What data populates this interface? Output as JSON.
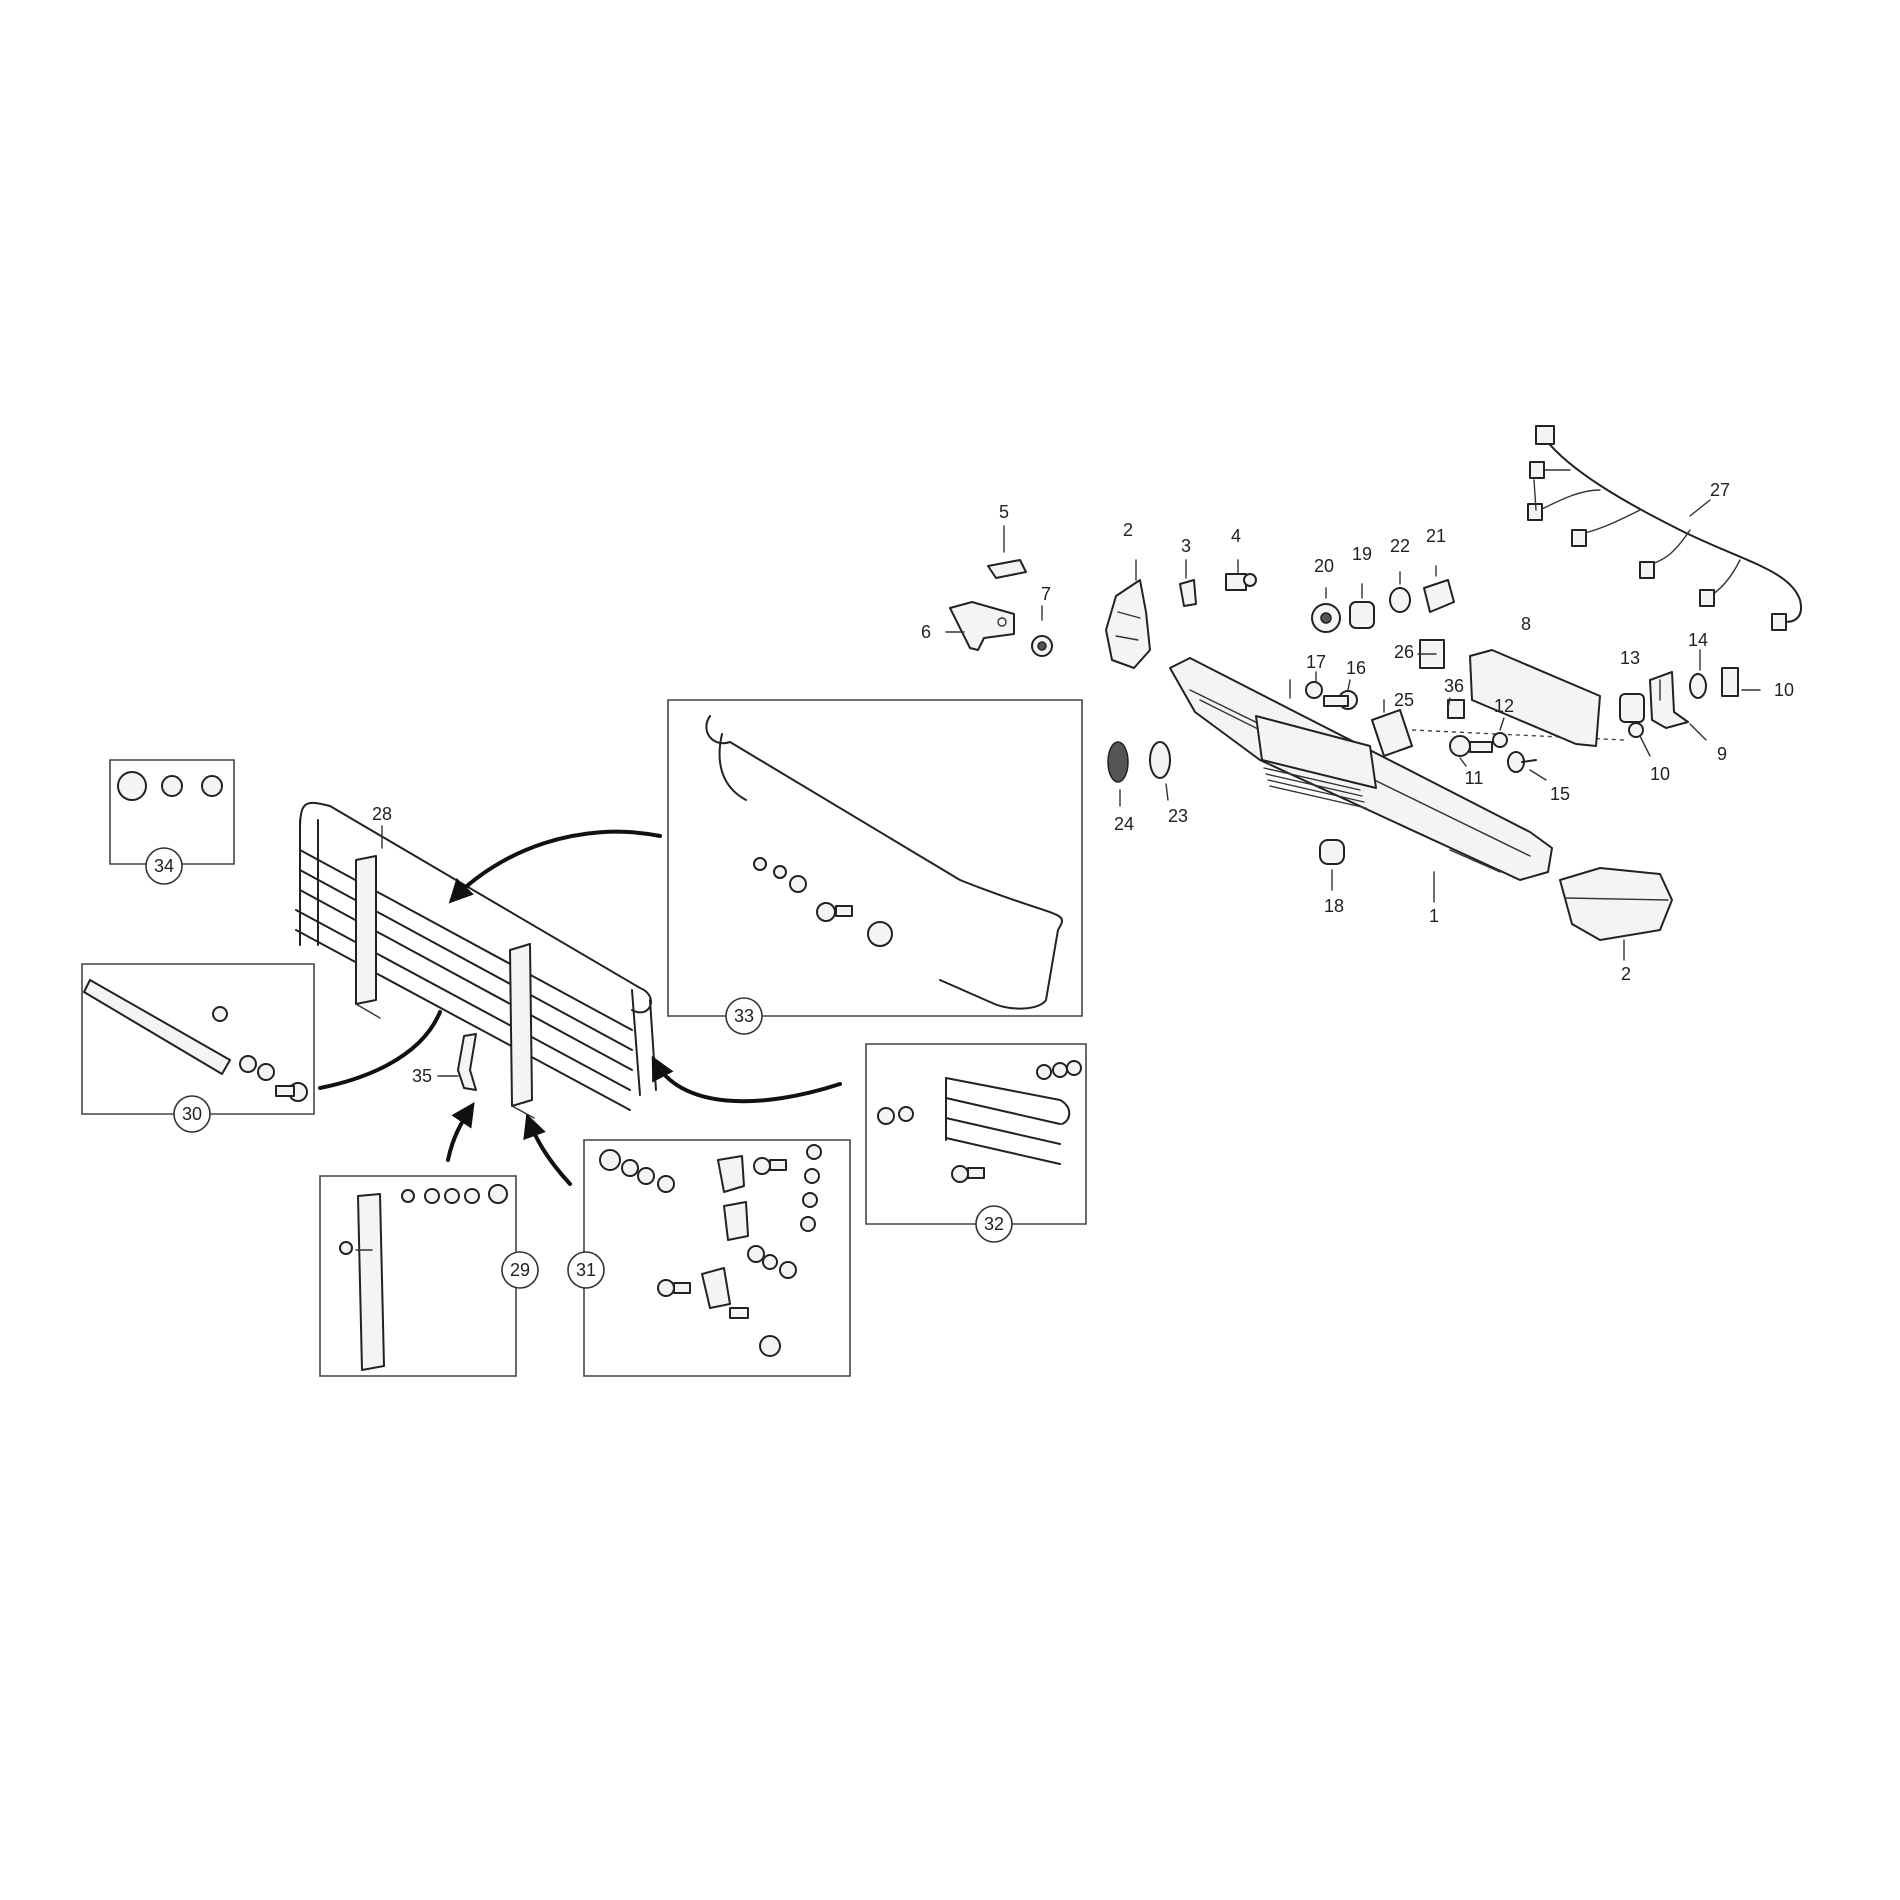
{
  "callouts": {
    "c1": "1",
    "c2a": "2",
    "c2b": "2",
    "c3": "3",
    "c4": "4",
    "c5": "5",
    "c6": "6",
    "c7": "7",
    "c8": "8",
    "c9": "9",
    "c10a": "10",
    "c10b": "10",
    "c11": "11",
    "c12": "12",
    "c13": "13",
    "c14": "14",
    "c15": "15",
    "c16": "16",
    "c17": "17",
    "c18": "18",
    "c19": "19",
    "c20": "20",
    "c21": "21",
    "c22": "22",
    "c23": "23",
    "c24": "24",
    "c25": "25",
    "c26": "26",
    "c27": "27",
    "c28": "28",
    "c35": "35",
    "c36": "36"
  },
  "detail_boxes": {
    "d29": "29",
    "d30": "30",
    "d31": "31",
    "d32": "32",
    "d33": "33",
    "d34": "34"
  },
  "colors": {
    "line": "#222222",
    "background": "#ffffff"
  }
}
